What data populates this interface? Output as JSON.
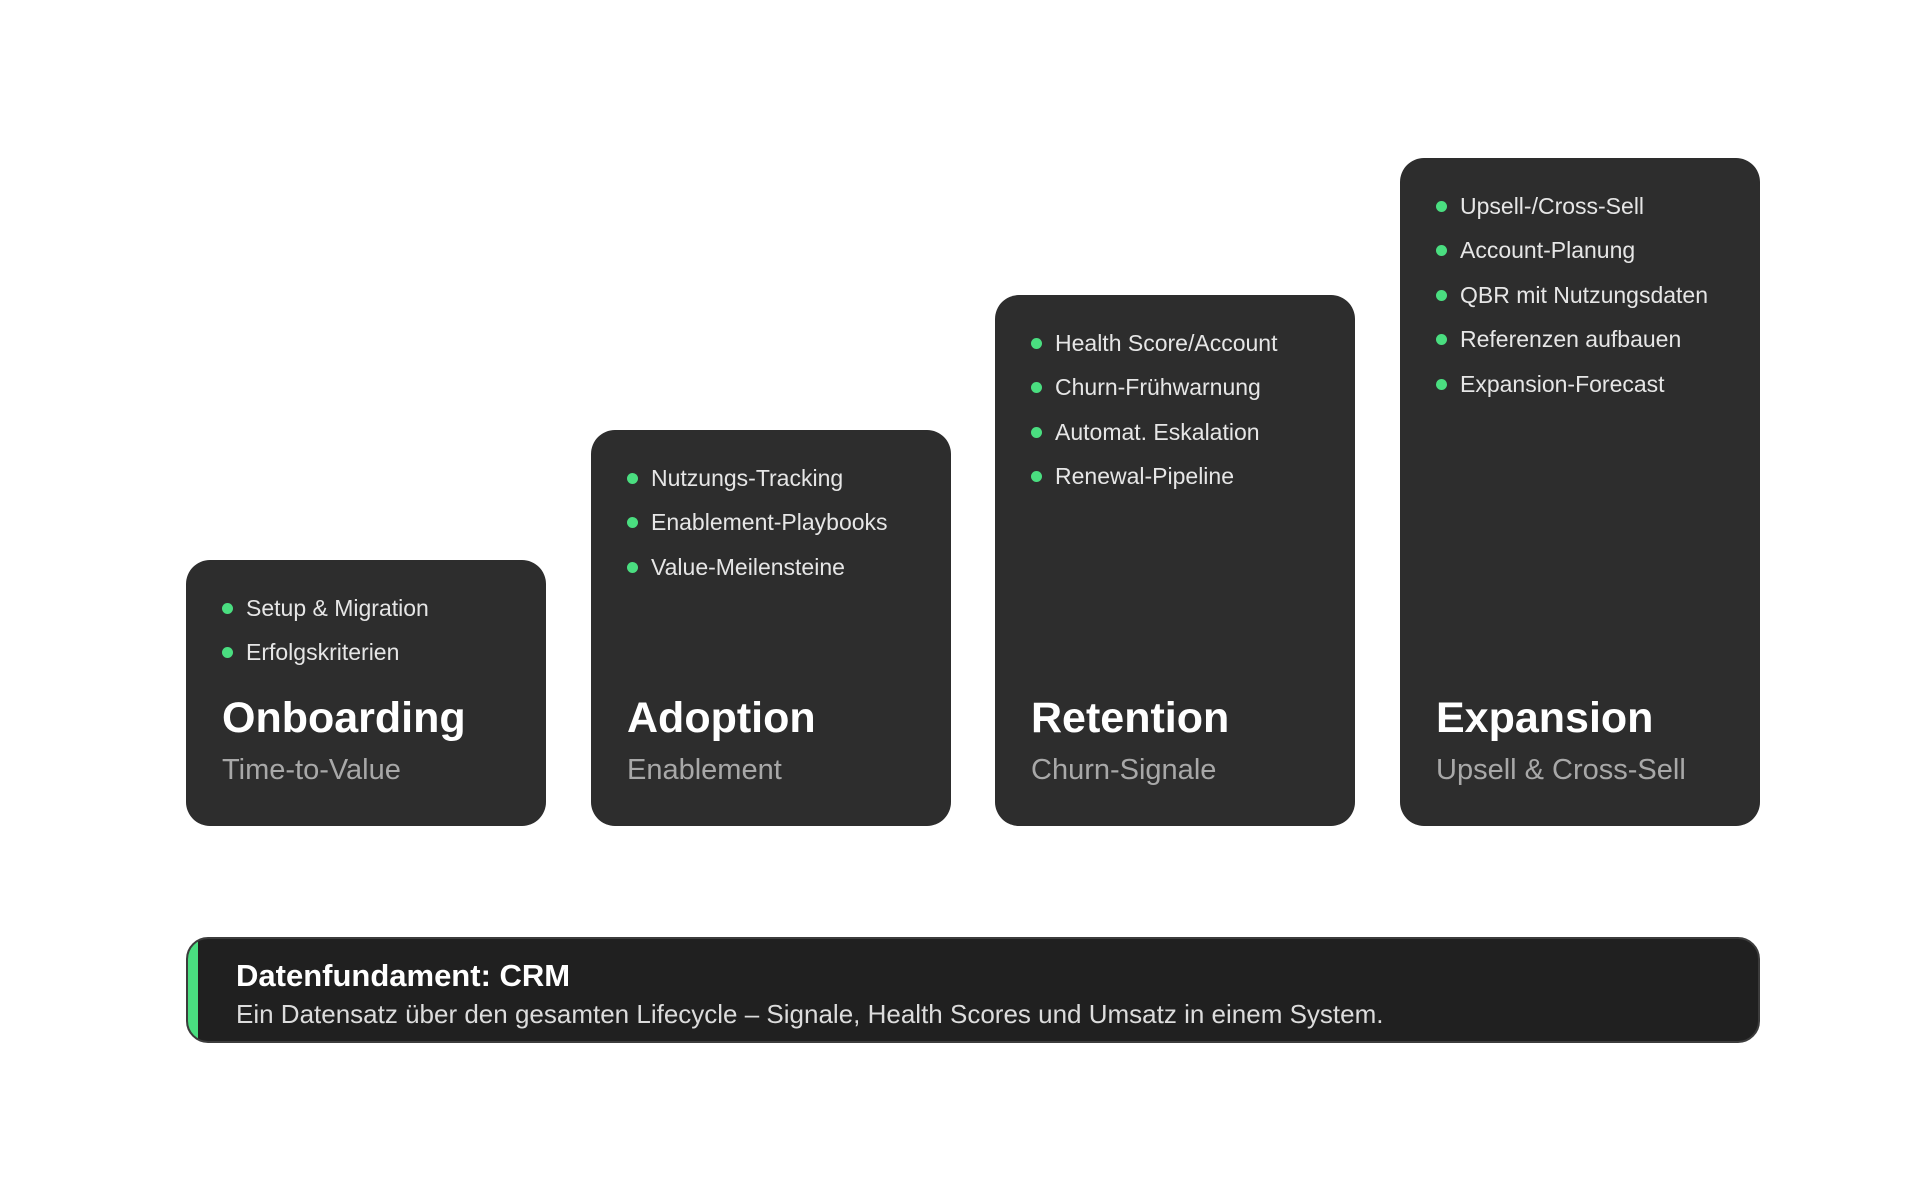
{
  "colors": {
    "accent": "#4ade80",
    "card_background": "#2d2d2d",
    "foundation_background": "#202020"
  },
  "stages": [
    {
      "title": "Onboarding",
      "subtitle": "Time-to-Value",
      "bullets": [
        "Setup & Migration",
        "Erfolgskriterien"
      ]
    },
    {
      "title": "Adoption",
      "subtitle": "Enablement",
      "bullets": [
        "Nutzungs-Tracking",
        "Enablement-Playbooks",
        "Value-Meilensteine"
      ]
    },
    {
      "title": "Retention",
      "subtitle": "Churn-Signale",
      "bullets": [
        "Health Score/Account",
        "Churn-Frühwarnung",
        "Automat. Eskalation",
        "Renewal-Pipeline"
      ]
    },
    {
      "title": "Expansion",
      "subtitle": "Upsell & Cross-Sell",
      "bullets": [
        "Upsell-/Cross-Sell",
        "Account-Planung",
        "QBR mit Nutzungsdaten",
        "Referenzen aufbauen",
        "Expansion-Forecast"
      ]
    }
  ],
  "foundation": {
    "title": "Datenfundament: CRM",
    "text": "Ein Datensatz über den gesamten Lifecycle – Signale, Health Scores und Umsatz in einem System."
  }
}
